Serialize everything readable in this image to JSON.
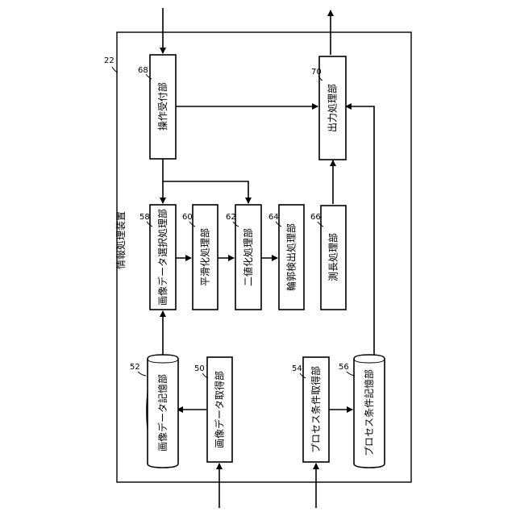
{
  "device": {
    "label": "情報処理装置",
    "ref": "22"
  },
  "blocks": {
    "operation": {
      "label": "操作受付部",
      "ref": "68"
    },
    "output": {
      "label": "出力処理部",
      "ref": "70"
    },
    "select": {
      "label": "画像データ選択処理部",
      "ref": "58"
    },
    "smooth": {
      "label": "平滑化処理部",
      "ref": "60"
    },
    "binar": {
      "label": "二値化処理部",
      "ref": "62"
    },
    "contour": {
      "label": "輪郭検出処理部",
      "ref": "64"
    },
    "measure": {
      "label": "測長処理部",
      "ref": "66"
    },
    "imgstore": {
      "label": "画像データ記憶部",
      "ref": "52"
    },
    "imgacq": {
      "label": "画像データ取得部",
      "ref": "50"
    },
    "procacq": {
      "label": "プロセス条件取得部",
      "ref": "54"
    },
    "procstore": {
      "label": "プロセス条件記憶部",
      "ref": "56"
    }
  }
}
